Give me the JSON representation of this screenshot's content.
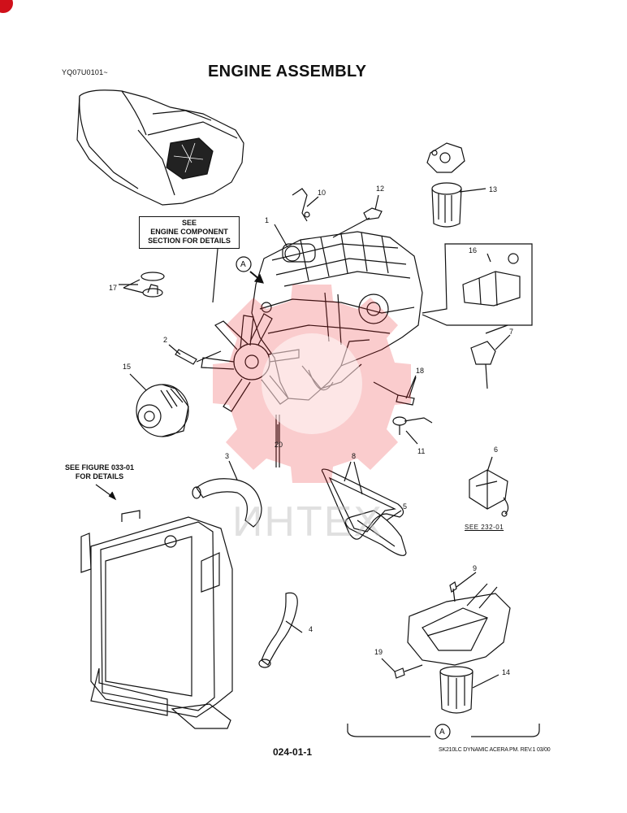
{
  "header": {
    "doc_code": "YQ07U0101~",
    "title": "ENGINE ASSEMBLY"
  },
  "notes": {
    "engine_component": [
      "SEE",
      "ENGINE COMPONENT",
      "SECTION FOR DETAILS"
    ],
    "see_figure": [
      "SEE FIGURE 033-01",
      "FOR DETAILS"
    ],
    "see_232": "SEE 232-01",
    "view_marker": "A"
  },
  "callouts": [
    "1",
    "2",
    "3",
    "4",
    "5",
    "6",
    "7",
    "8",
    "9",
    "10",
    "11",
    "12",
    "13",
    "14",
    "15",
    "16",
    "17",
    "18",
    "19",
    "20"
  ],
  "footer": {
    "page_number": "024-01-1",
    "revision": "SK210LC DYNAMIC ACERA PM. REV.1 03/00"
  },
  "watermark": {
    "text": "ИНТЕХ",
    "color": "#e8191d"
  }
}
